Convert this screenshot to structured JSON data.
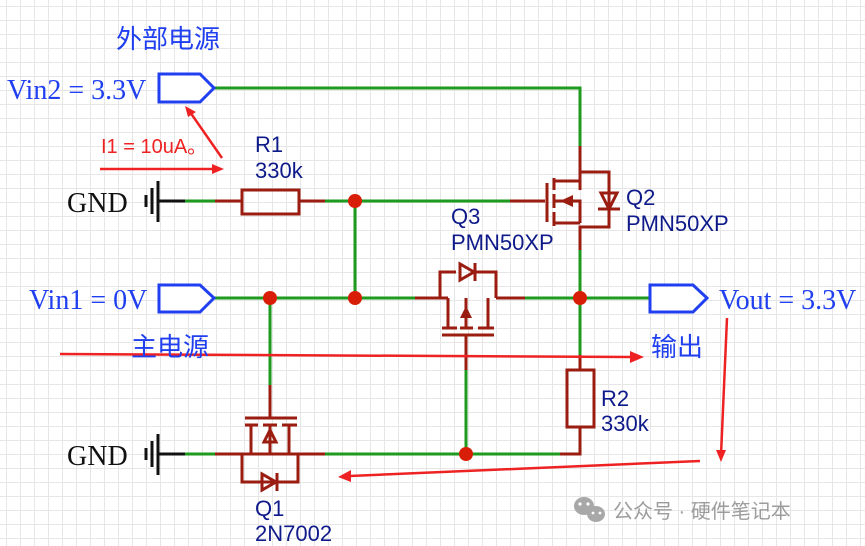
{
  "title_external_power": "外部电源",
  "ports": {
    "vin2": "Vin2 = 3.3V",
    "vin1": "Vin1 = 0V",
    "vout": "Vout = 3.3V"
  },
  "labels": {
    "main_power": "主电源",
    "output": "输出",
    "gnd_top": "GND",
    "gnd_bottom": "GND"
  },
  "annotation": {
    "current": "I1 = 10uA。"
  },
  "components": {
    "r1": {
      "ref": "R1",
      "value": "330k"
    },
    "r2": {
      "ref": "R2",
      "value": "330k"
    },
    "q1": {
      "ref": "Q1",
      "part": "2N7002"
    },
    "q2": {
      "ref": "Q2",
      "part": "PMN50XP"
    },
    "q3": {
      "ref": "Q3",
      "part": "PMN50XP"
    }
  },
  "colors": {
    "wire": "#1e9a1e",
    "component": "#9b1c10",
    "port": "#1f3ff0",
    "node": "#d81e06",
    "annotation": "#ee2222"
  },
  "watermark": {
    "icon": "wechat-icon",
    "text": "公众号 · 硬件笔记本"
  }
}
